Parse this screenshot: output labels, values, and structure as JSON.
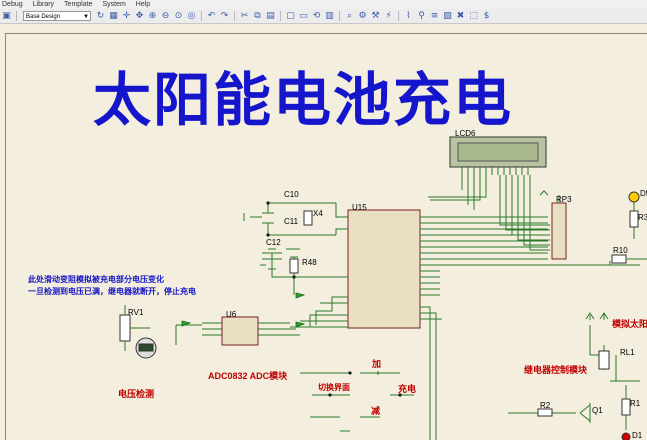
{
  "menu": [
    "Debug",
    "Library",
    "Template",
    "System",
    "Help"
  ],
  "toolbar": {
    "combo_value": "Base Design"
  },
  "schematic": {
    "title": "太阳能电池充电",
    "notes": [
      "此处滑动变阻模拟被充电部分电压变化",
      "一旦检测到电压已满，继电器就断开，停止充电"
    ],
    "labels": {
      "lcd": "LCD6",
      "u15": "U15",
      "c10": "C10",
      "c11": "C11",
      "x4": "X4",
      "c12": "C12",
      "r48": "R48",
      "rv1": "RV1",
      "u6": "U6",
      "rp3": "RP3",
      "r10": "R10",
      "r3": "R3",
      "d5": "D5",
      "rl1": "RL1",
      "q1": "Q1",
      "r1": "R1",
      "r2": "R2",
      "d1": "D1",
      "adc": "ADC0832 ADC模块",
      "voltage": "电压检测",
      "add": "加",
      "switch": "切换界面",
      "charge": "充电",
      "sub": "减",
      "relay": "继电器控制模块",
      "solar": "模拟太阳"
    }
  }
}
